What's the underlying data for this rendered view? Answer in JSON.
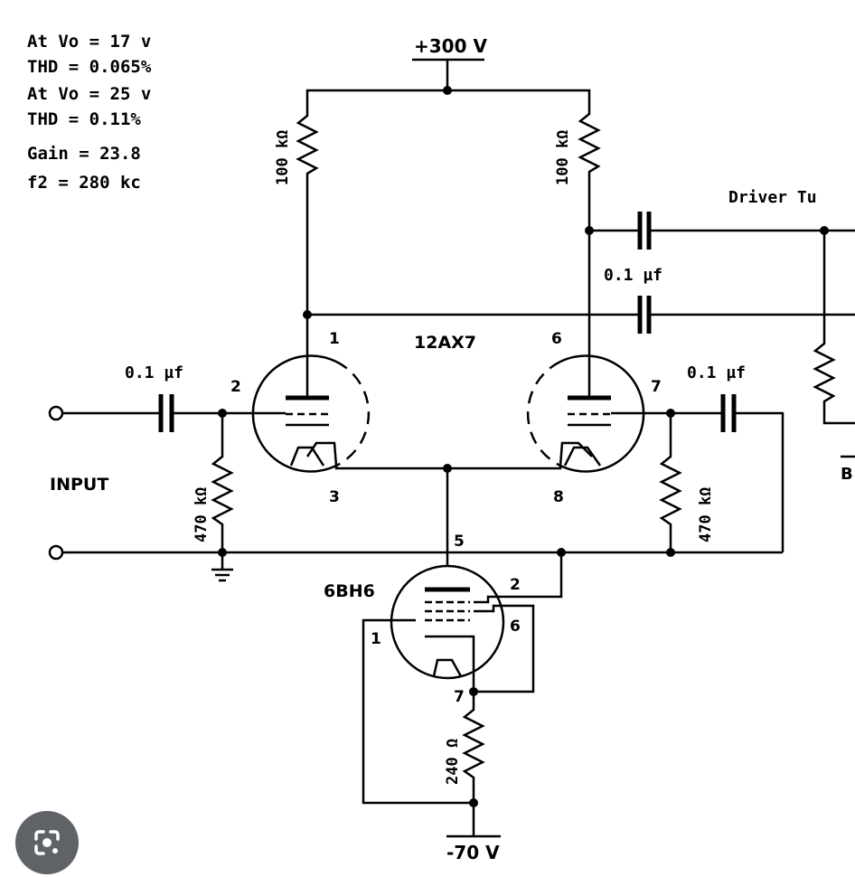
{
  "specs": [
    "At Vo = 17 v",
    "THD = 0.065%",
    "At Vo = 25 v",
    "THD = 0.11%",
    "Gain = 23.8",
    "f2 = 280 kc"
  ],
  "supply_pos": "+300 V",
  "supply_neg": "-70 V",
  "driver_label": "Driver Tu",
  "tube_top": "12AX7",
  "tube_bottom": "6BH6",
  "r_plate_left": "100 kΩ",
  "r_plate_right": "100 kΩ",
  "r_grid_left": "470 kΩ",
  "r_grid_right": "470 kΩ",
  "r_cathode": "240 Ω",
  "cap_input": "0.1 µf",
  "cap_coupling": "0.1 µf",
  "cap_output": "0.1 µf",
  "input_label": "INPUT",
  "pins": {
    "p1": "1",
    "p2": "2",
    "p3": "3",
    "p6": "6",
    "p7": "7",
    "p8": "8",
    "b5": "5",
    "b2": "2",
    "b6": "6",
    "b1": "1",
    "b7": "7"
  },
  "partial_label": "B",
  "lens_icon": "google-lens-icon"
}
